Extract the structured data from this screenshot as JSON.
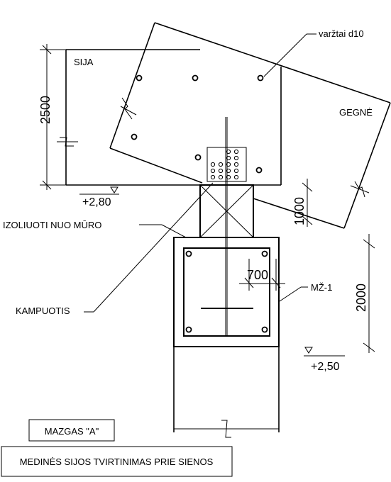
{
  "labels": {
    "sija": "SIJA",
    "bolts": "varžtai d10",
    "gegne": "GEGNĖ",
    "insulate": "IZOLIUOTI NUO MŪRO",
    "angle": "KAMPUOTIS",
    "mz": "MŽ-1"
  },
  "dimensions": {
    "d2500": "2500",
    "d1000": "1000",
    "d700": "700",
    "d2000": "2000",
    "lvl_280": "+2,80",
    "lvl_250": "+2,50"
  },
  "title": {
    "node": "MAZGAS \"A\"",
    "caption": "MEDINĖS SIJOS TVIRTINIMAS PRIE SIENOS"
  }
}
